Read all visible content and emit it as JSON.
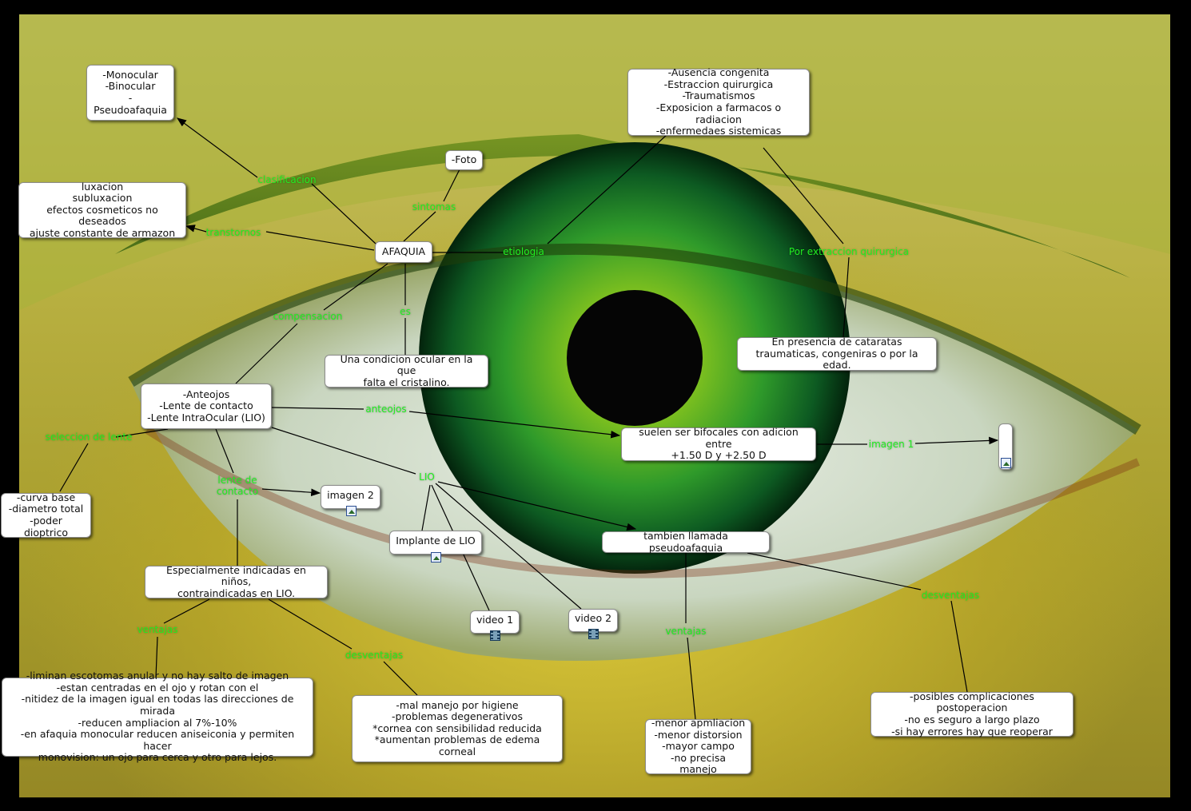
{
  "nodes": {
    "clasif": "-Monocular\n-Binocular\n-Pseudoafaquia",
    "transtornos": "luxacion\nsubluxacion\nefectos cosmeticos no deseados\najuste constante de armazon",
    "foto": "-Foto",
    "etiologia": "-Ausencia congenita\n-Estraccion quirurgica\n-Traumatismos\n-Exposicion a farmacos o radiacion\n-enfermedaes sistemicas",
    "afaquia": "AFAQUIA",
    "definicion": "Una condicion ocular en la que\nfalta el cristalino.",
    "cataratas": "En presencia de cataratas\ntraumaticas, congeniras o por la edad.",
    "compensacion": "-Anteojos\n-Lente de contacto\n-Lente IntraOcular (LIO)",
    "bifocales": "suelen ser bifocales con adicion entre\n+1.50 D y +2.50 D",
    "imagen1": "",
    "seleccion": "-curva base\n-diametro total\n-poder dioptrico",
    "imagen2": "imagen 2",
    "implante": "Implante de LIO",
    "pseudoafaquia": "tambien llamada pseudoafaquia",
    "especialmente": "Especialmente  indicadas en niños,\ncontraindicadas en LIO.",
    "video1": "video 1",
    "video2": "video 2",
    "ventajas_lc": "-liminan escotomas anular y no hay salto de imagen\n-estan centradas en el ojo y rotan con el\n-nitidez de la imagen igual en todas las direcciones de mirada\n-reducen ampliacion al 7%-10%\n-en afaquia monocular reducen aniseiconia y permiten hacer\nmonovision: un ojo para cerca y otro para lejos.",
    "desventajas_lc": "-mal manejo por higiene\n-problemas degenerativos\n*cornea con sensibilidad reducida\n*aumentan problemas de edema corneal",
    "ventajas_lio": "-menor apmliacion\n-menor distorsion\n-mayor campo\n-no precisa manejo",
    "desventajas_lio": "-posibles complicaciones postoperacion\n-no es seguro a largo plazo\n-si hay errores hay que reoperar"
  },
  "links": {
    "clasificacion": "clasificacion",
    "sintomas": "sintomas",
    "transtornos": "transtornos",
    "etiologia": "etiologia",
    "por_extraccion": "Por extraccion quirurgica",
    "es": "es",
    "compensacion": "compensacion",
    "anteojos": "anteojos",
    "imagen1": "imagen 1",
    "seleccion": "seleccion de lente",
    "lente_contacto": "lente de\ncontacto",
    "lio": "LIO",
    "ventajas_lc": "ventajas",
    "desventajas_lc": "desventajas",
    "ventajas_lio": "ventajas",
    "desventajas_lio": "desventajas"
  },
  "icons": {
    "image": "image-file-icon",
    "video": "video-file-icon"
  },
  "colors": {
    "link_label": "#22ee22",
    "node_bg": "#ffffff",
    "line": "#000000",
    "iris": "#2f9a2a"
  }
}
